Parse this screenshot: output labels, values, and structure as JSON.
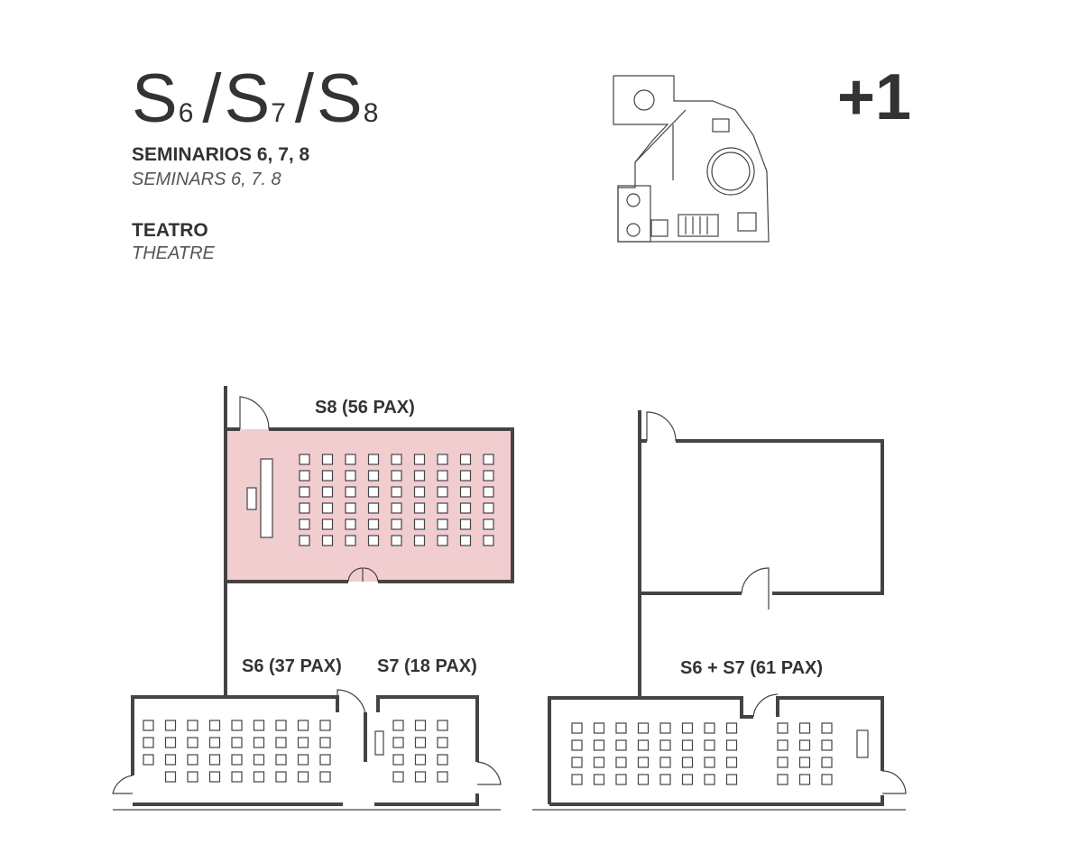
{
  "header": {
    "title": {
      "s6_main": "S",
      "s6_sub": "6",
      "s7_main": "S",
      "s7_sub": "7",
      "s8_main": "S",
      "s8_sub": "8",
      "slash": "/"
    },
    "subtitle_es": "SEMINARIOS 6, 7, 8",
    "subtitle_en": "SEMINARS 6, 7. 8",
    "layout_es": "TEATRO",
    "layout_en": "THEATRE",
    "floor": "+1"
  },
  "rooms": {
    "s8": "S8 (56 PAX)",
    "s6": "S6 (37 PAX)",
    "s7": "S7 (18 PAX)",
    "s6_s7": "S6 + S7 (61 PAX)"
  },
  "colors": {
    "highlight": "#f2cdd0",
    "wall": "#444444"
  }
}
